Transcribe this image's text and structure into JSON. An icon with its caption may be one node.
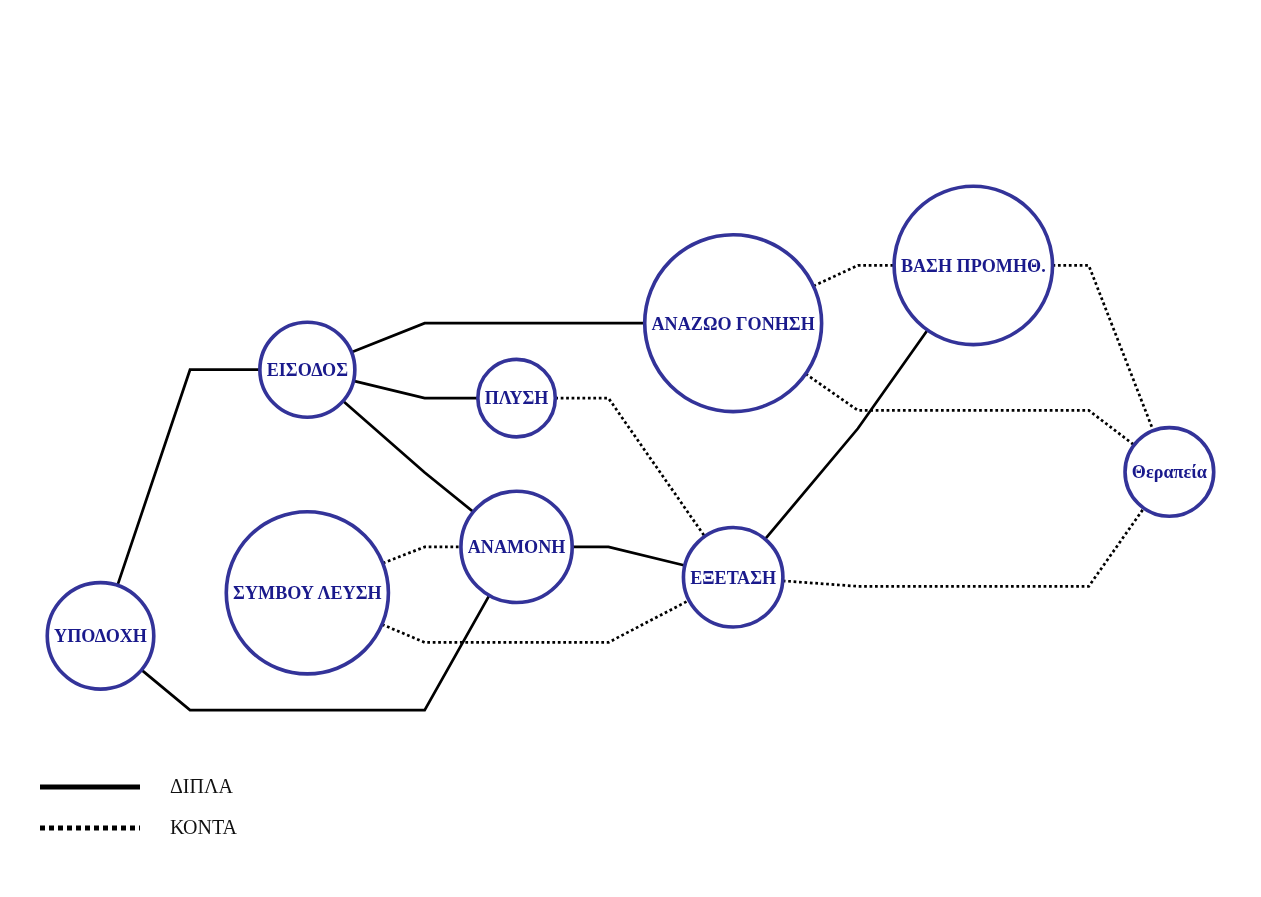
{
  "diagram": {
    "nodes": [
      {
        "text": [
          "ΥΠΟΔΟΧΗ"
        ]
      },
      {
        "text": [
          "ΕΙΣΟΔΟΣ"
        ]
      },
      {
        "text": [
          "ΑΝΑΖΩΟ ΓΟΝΗΣΗ"
        ]
      },
      {
        "text": [
          "ΠΛΥΣΗ"
        ]
      },
      {
        "text": [
          "ΣΥΜΒΟΥ ΛΕΥΣΗ"
        ]
      },
      {
        "text": [
          "ΑΝΑΜΟΝΗ"
        ]
      },
      {
        "text": [
          "ΒΑΣΗ ΠΡΟΜΗΘ."
        ]
      },
      {
        "text": [
          "ΕΞΕΤΑΣΗ"
        ]
      },
      {
        "text": [
          "Θεραπεία"
        ]
      }
    ],
    "edges": [
      {
        "from": 0,
        "to": 1,
        "arrow": "none"
      },
      {
        "from": 1,
        "to": 2,
        "arrow": "none"
      },
      {
        "from": 1,
        "to": 3,
        "arrow": "none"
      },
      {
        "from": 1,
        "to": 5,
        "arrow": "none"
      },
      {
        "from": 0,
        "to": 5,
        "arrow": "none"
      },
      {
        "from": 5,
        "to": 7,
        "arrow": "none"
      },
      {
        "from": 7,
        "to": 6,
        "arrow": "none"
      },
      {
        "from": 2,
        "to": 6,
        "arrow": "none",
        "style": "dashed"
      },
      {
        "from": 2,
        "to": 8,
        "arrow": "none",
        "style": "dashed"
      },
      {
        "from": 4,
        "to": 5,
        "arrow": "none",
        "style": "dashed"
      },
      {
        "from": 4,
        "to": 7,
        "arrow": "none",
        "style": "dashed"
      },
      {
        "from": 3,
        "to": 7,
        "arrow": "none",
        "style": "dashed"
      },
      {
        "from": 6,
        "to": 8,
        "arrow": "none",
        "style": "dashed"
      },
      {
        "from": 7,
        "to": 8,
        "arrow": "none",
        "style": "dashed"
      }
    ],
    "legend": [
      {
        "text": "ΔΙΠΛΑ"
      },
      {
        "text": "ΚΟΝΤΑ"
      }
    ]
  }
}
